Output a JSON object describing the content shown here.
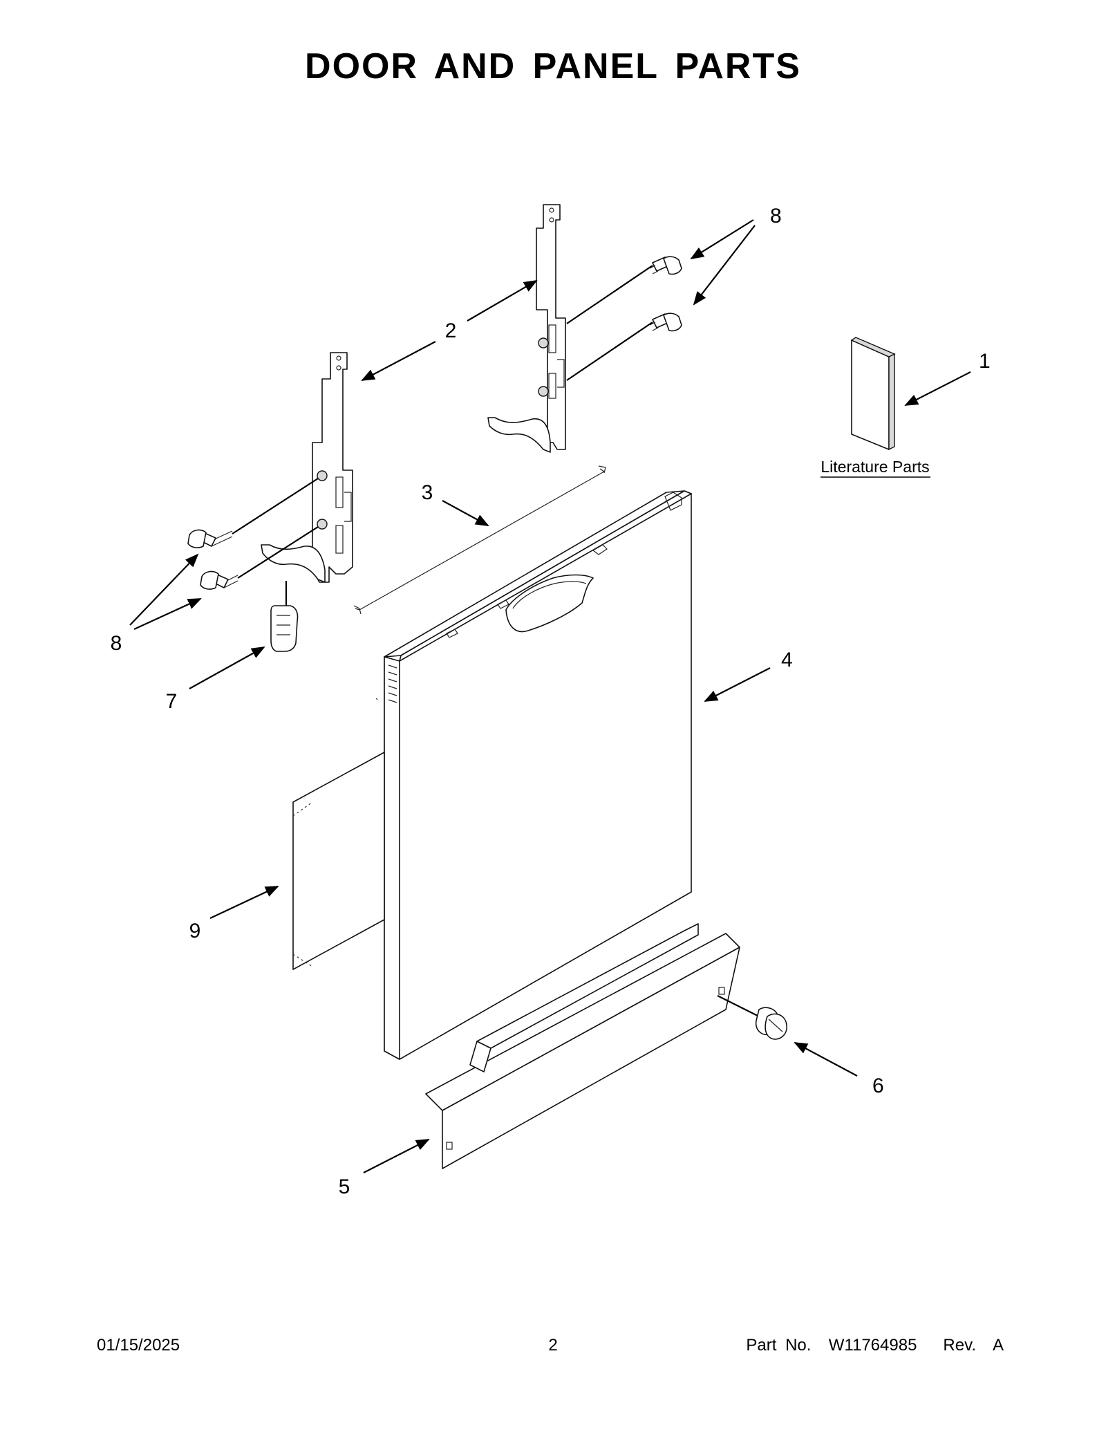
{
  "header": {
    "title": "DOOR AND PANEL PARTS"
  },
  "callouts": {
    "c1": "1",
    "c2": "2",
    "c3": "3",
    "c4": "4",
    "c5": "5",
    "c6": "6",
    "c7": "7",
    "c8_left": "8",
    "c8_right": "8",
    "c9": "9"
  },
  "literature": {
    "label": "Literature Parts"
  },
  "footer": {
    "date": "01/15/2025",
    "page": "2",
    "part_number": "Part No.  W11764985   Rev.  A"
  }
}
